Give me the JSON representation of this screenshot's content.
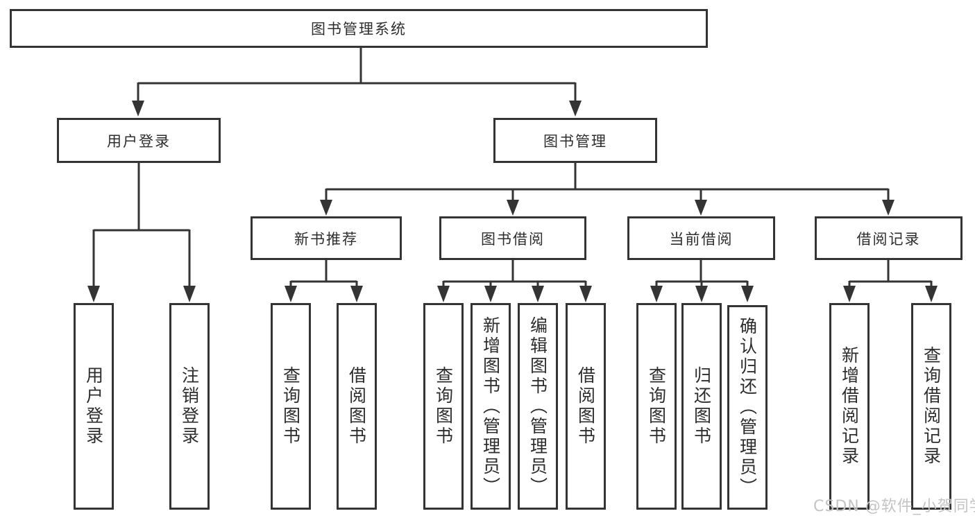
{
  "diagram": {
    "root": {
      "label": "图书管理系统"
    },
    "level2": [
      {
        "id": "user-login",
        "label": "用户登录"
      },
      {
        "id": "book-management",
        "label": "图书管理"
      }
    ],
    "level3": [
      {
        "id": "new-book-recommend",
        "label": "新书推荐"
      },
      {
        "id": "book-borrow",
        "label": "图书借阅"
      },
      {
        "id": "current-borrow",
        "label": "当前借阅"
      },
      {
        "id": "borrow-records",
        "label": "借阅记录"
      }
    ],
    "leaves": {
      "user_login": [
        "用户登录",
        "注销登录"
      ],
      "new_book_recommend": [
        "查询图书",
        "借阅图书"
      ],
      "book_borrow": [
        "查询图书",
        "新增图书（管理员）",
        "编辑图书（管理员）",
        "借阅图书"
      ],
      "current_borrow": [
        "查询图书",
        "归还图书",
        "确认归还（管理员）"
      ],
      "borrow_records": [
        "新增借阅记录",
        "查询借阅记录"
      ]
    }
  },
  "watermark": {
    "text": "CSDN @软件_小贺同学"
  },
  "colors": {
    "line": "#343434",
    "text": "#2d2d2d",
    "background": "#ffffff",
    "watermark": "#c4c4c4"
  }
}
